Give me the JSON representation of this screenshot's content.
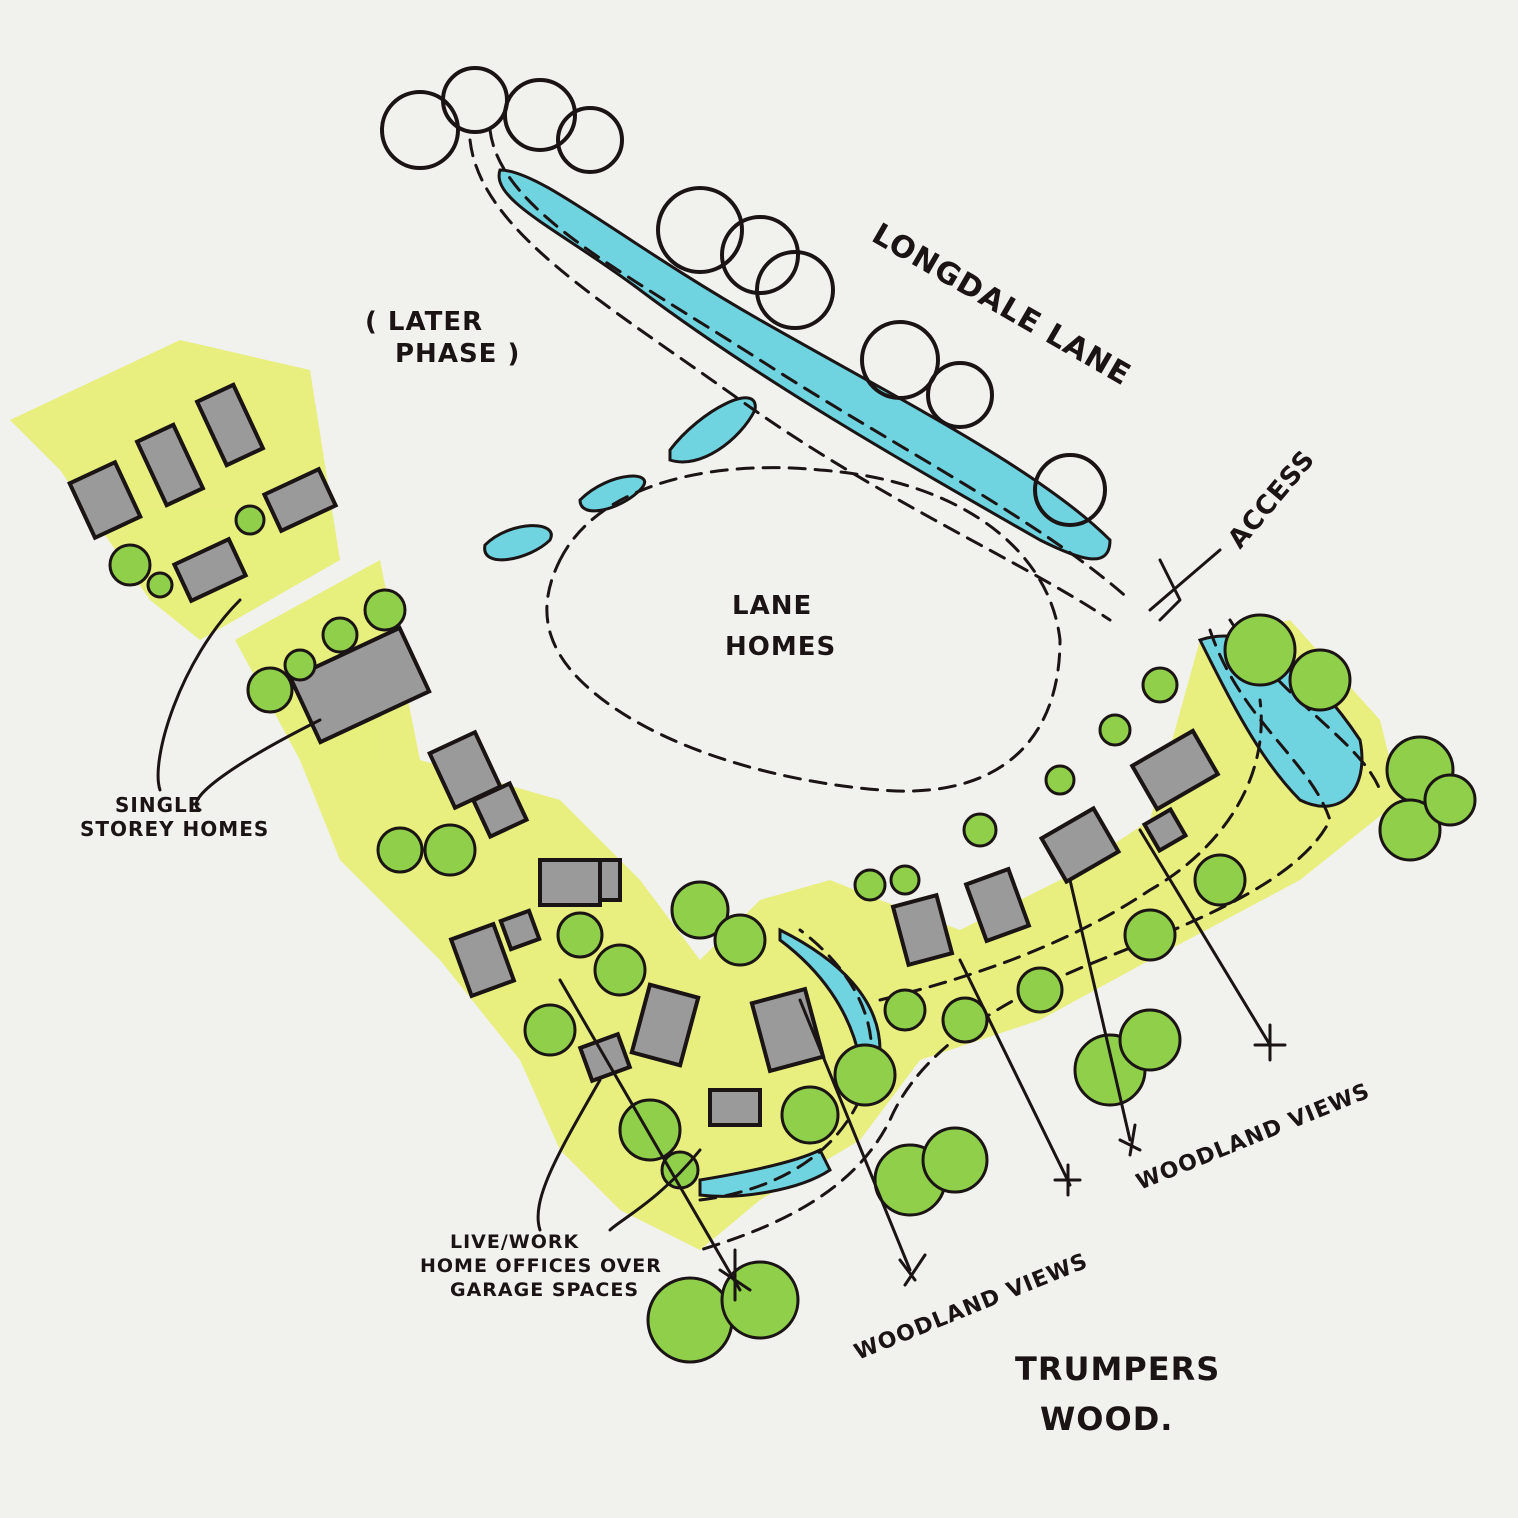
{
  "title": "Site layout sketch",
  "labels": {
    "road": "LONGDALE LANE",
    "later_phase_1": "( LATER",
    "later_phase_2": "PHASE )",
    "access": "ACCESS",
    "lane_homes_1": "LANE",
    "lane_homes_2": "HOMES",
    "single_storey_1": "SINGLE",
    "single_storey_2": "STOREY HOMES",
    "live_work_1": "LIVE/WORK",
    "live_work_2": "HOME OFFICES OVER",
    "live_work_3": "GARAGE SPACES",
    "woodland_views_left": "WOODLAND VIEWS",
    "woodland_views_right": "WOODLAND VIEWS",
    "wood_1": "TRUMPERS",
    "wood_2": "WOOD."
  },
  "colors": {
    "paper": "#f1f1ee",
    "ink": "#1b1414",
    "tree_green": "#8fcf4a",
    "landscape_yellow": "#e6ef6a",
    "water_blue": "#6fd3e0",
    "building_grey": "#9a9a9a"
  }
}
